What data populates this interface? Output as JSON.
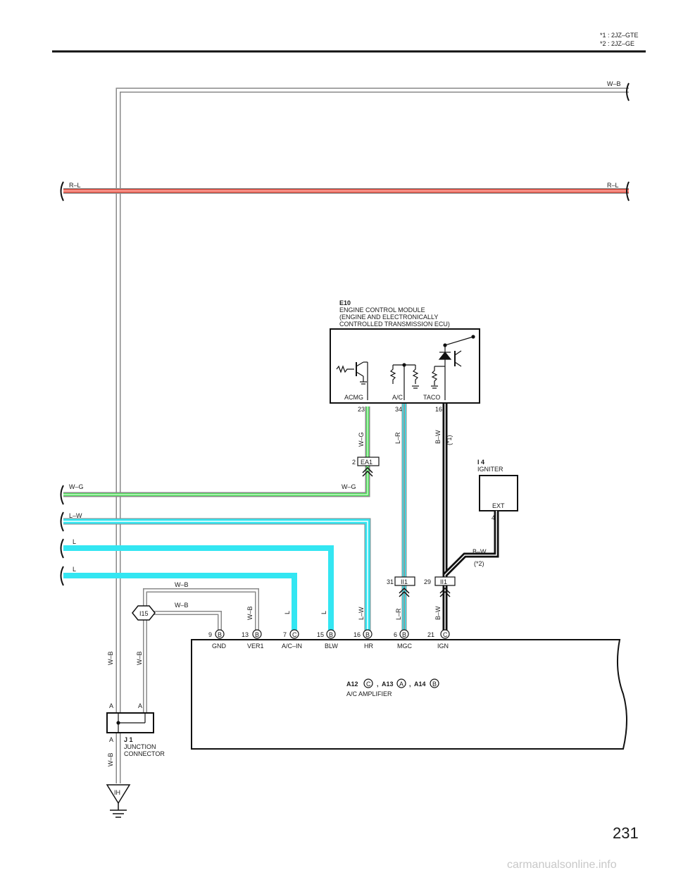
{
  "header": {
    "note1": "*1 : 2JZ–GTE",
    "note2": "*2 : 2JZ–GE"
  },
  "page_number": "231",
  "watermark": "carmanualsonline.info",
  "colors": {
    "light_blue": "#33e6f2",
    "green": "#4fe05a",
    "red": "#f04a3a",
    "black": "#111111",
    "gray": "#9a9a9a"
  },
  "wires": {
    "top_wb": "W–B",
    "rl_left": "R–L",
    "rl_right": "R–L",
    "wg_left": "W–G",
    "wg_mid": "W–G",
    "lw_left": "L–W",
    "l1_left": "L",
    "l2_left": "L",
    "wb_j1_left": "W–B",
    "wb_j1_right": "W–B",
    "wb_ground": "W–B",
    "wb_ver1_top": "W–B",
    "wb_gnd_top": "W–B",
    "wb_vert": "W–B",
    "l_acin": "L",
    "l_blw": "L",
    "lw_hr": "L–W",
    "lr_mgc": "L–R",
    "bw_ign": "B–W",
    "wg_ecm": "W–G",
    "lr_ecm": "L–R",
    "bw_ecm": "B–W",
    "bw_note1": "(*1)",
    "bw_igniter": "B–W",
    "bw_note2": "(*2)"
  },
  "ecm": {
    "code": "E10",
    "name1": "ENGINE CONTROL MODULE",
    "name2": "(ENGINE AND ELECTRONICALLY",
    "name3": "CONTROLLED TRANSMISSION ECU)",
    "pins": [
      {
        "label": "ACMG",
        "num": "23"
      },
      {
        "label": "A/C",
        "num": "34"
      },
      {
        "label": "TACO",
        "num": "16"
      }
    ]
  },
  "connector_ea1": {
    "pin": "2",
    "name": "EA1"
  },
  "connector_ii1": [
    {
      "pin": "31",
      "name": "II1"
    },
    {
      "pin": "29",
      "name": "II1"
    }
  ],
  "igniter": {
    "code": "I 4",
    "name": "IGNITER",
    "terminal": "EXT",
    "pin": "4"
  },
  "junction_i15": "I15",
  "junction_j1": {
    "code": "J 1",
    "name1": "JUNCTION",
    "name2": "CONNECTOR",
    "term_a1": "A",
    "term_a2": "A",
    "term_a3": "A"
  },
  "ground": "IH",
  "amplifier": {
    "id1": "A12",
    "conn1": "C",
    "sep1": ",",
    "id2": "A13",
    "conn2": "A",
    "sep2": ",",
    "id3": "A14",
    "conn3": "B",
    "name": "A/C AMPLIFIER",
    "pins": [
      {
        "num": "9",
        "conn": "B",
        "label": "GND"
      },
      {
        "num": "13",
        "conn": "B",
        "label": "VER1"
      },
      {
        "num": "7",
        "conn": "C",
        "label": "A/C–IN"
      },
      {
        "num": "15",
        "conn": "B",
        "label": "BLW"
      },
      {
        "num": "16",
        "conn": "B",
        "label": "HR"
      },
      {
        "num": "6",
        "conn": "B",
        "label": "MGC"
      },
      {
        "num": "21",
        "conn": "C",
        "label": "IGN"
      }
    ]
  }
}
